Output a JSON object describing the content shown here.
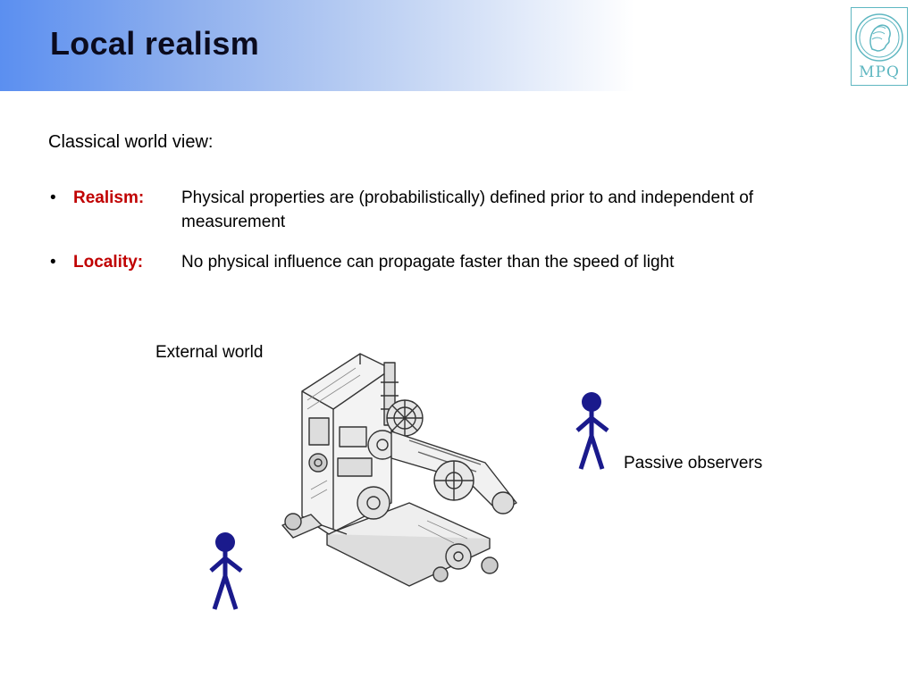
{
  "slide": {
    "title": "Local realism",
    "logo_text": "MPQ",
    "intro": "Classical world view:",
    "bullets": [
      {
        "marker": "•",
        "term": "Realism:",
        "text": "Physical properties are (probabilistically) defined prior to and independent of measurement"
      },
      {
        "marker": "•",
        "term": "Locality:",
        "text": "No physical influence can propagate faster than the speed of light"
      }
    ],
    "labels": {
      "external_world": "External world",
      "passive_observers": "Passive observers"
    }
  },
  "colors": {
    "title": "#0b0b1e",
    "term": "#c00000",
    "stick_figure": "#1a1a8c",
    "logo": "#5fb7c1",
    "header_gradient_start": "#5b8ff0"
  },
  "icons": [
    "mpq-logo-icon",
    "machine-illustration",
    "stick-figure-icon"
  ]
}
